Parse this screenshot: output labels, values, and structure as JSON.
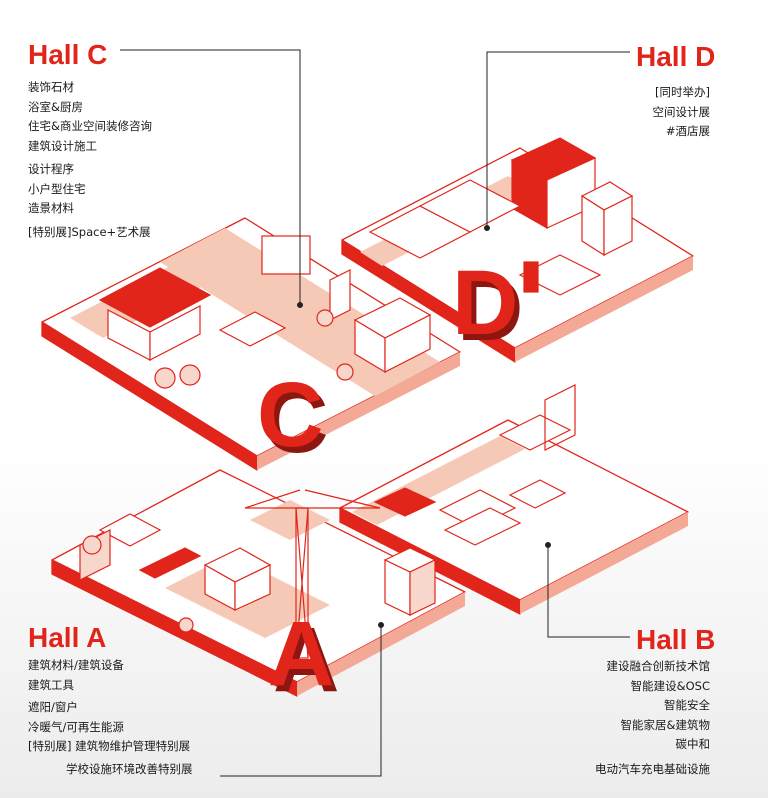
{
  "colors": {
    "accent": "#e1251b",
    "light": "#f6c9b6",
    "floor": "#ffffff",
    "leader": "#222222"
  },
  "halls": {
    "C": {
      "title": "Hall C",
      "badge": "C",
      "items": [
        "装饰石材",
        "浴室&厨房",
        "住宅&商业空间装修咨询",
        "建筑设计施工",
        "设计程序",
        "小户型住宅",
        "造景材料",
        "[特别展]Space+艺术展"
      ]
    },
    "D": {
      "title": "Hall D",
      "badge": "D",
      "items": [
        "[同时举办]",
        "空间设计展",
        "#酒店展"
      ]
    },
    "A": {
      "title": "Hall A",
      "badge": "A",
      "items": [
        "建筑材料/建筑设备",
        "建筑工具",
        "遮阳/窗户",
        "冷暖气/可再生能源",
        "[特别展] 建筑物维护管理特别展",
        "学校设施环境改善特别展"
      ]
    },
    "B": {
      "title": "Hall B",
      "items": [
        "建设融合创新技术馆",
        "智能建设&OSC",
        "智能安全",
        "智能家居&建筑物",
        "碳中和",
        "电动汽车充电基础设施"
      ]
    }
  }
}
